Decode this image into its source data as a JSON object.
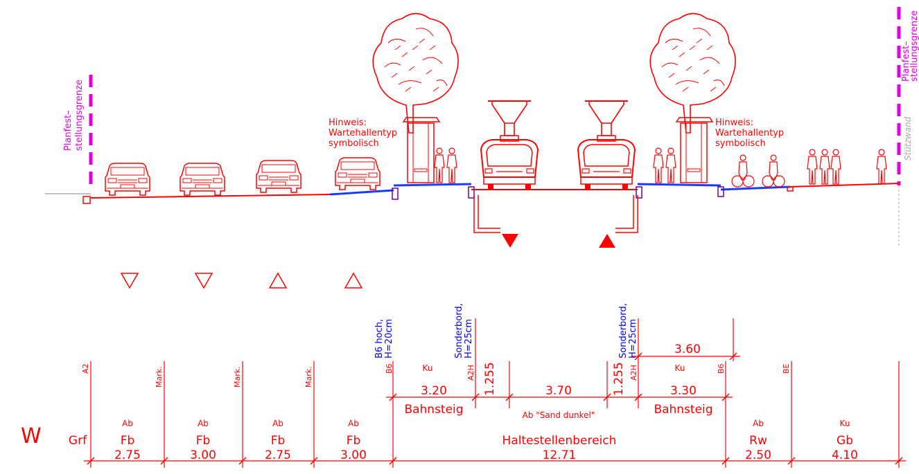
{
  "labels": {
    "planfest_left_1": "Planfest–",
    "planfest_left_2": "stellungsgrenze",
    "planfest_right_1": "Planfest–",
    "planfest_right_2": "stellungsgrenze",
    "stuetzwand": "Stützwand",
    "hinweis_1": "Hinweis:",
    "hinweis_2": "Wartehallentyp",
    "hinweis_3": "symbolisch",
    "direction": "W",
    "b6_hoch_1": "B6 hoch,",
    "b6_hoch_2": "H=20cm",
    "sonderbord_1": "Sonderbord,",
    "sonderbord_2": "H=25cm",
    "sand_dunkel": "Ab \"Sand dunkel\"",
    "dim_360": "3.60"
  },
  "markers": {
    "a2": "A2",
    "mark": "Mark.",
    "b6": "B6",
    "a2h": "A2H",
    "be": "BE"
  },
  "upper_segments": {
    "bahnsteig_left": {
      "material": "Ku",
      "width": "3.20",
      "name": "Bahnsteig"
    },
    "curb_left": "1.255",
    "middle": "3.70",
    "curb_right": "1.255",
    "bahnsteig_right": {
      "material": "Ku",
      "width": "3.30",
      "name": "Bahnsteig"
    }
  },
  "lower_segments": [
    {
      "material": "",
      "code": "Grf",
      "width": ""
    },
    {
      "material": "Ab",
      "code": "Fb",
      "width": "2.75"
    },
    {
      "material": "Ab",
      "code": "Fb",
      "width": "3.00"
    },
    {
      "material": "Ab",
      "code": "Fb",
      "width": "2.75"
    },
    {
      "material": "Ab",
      "code": "Fb",
      "width": "3.00"
    },
    {
      "material": "",
      "code": "Haltestellenbereich",
      "width": "12.71"
    },
    {
      "material": "Ab",
      "code": "Rw",
      "width": "2.50"
    },
    {
      "material": "Ku",
      "code": "Gb",
      "width": "4.10"
    }
  ],
  "colors": {
    "drawing": "#ff0000",
    "planfest": "#e000e0",
    "annotation": "#0000ff",
    "surface_blue": "#1a3cff",
    "grey": "#aaaaaa"
  }
}
